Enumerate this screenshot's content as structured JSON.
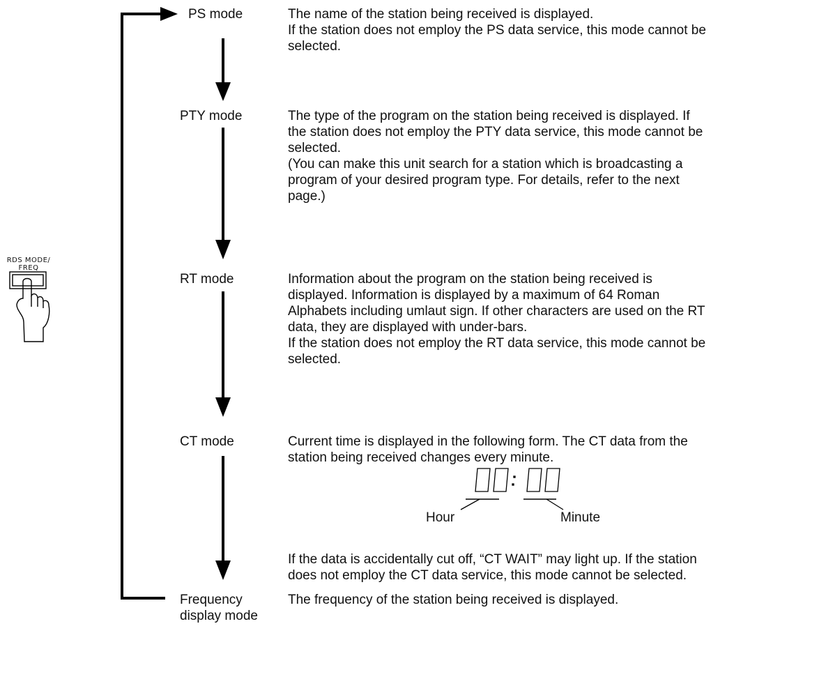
{
  "button": {
    "label_line1": "RDS MODE/",
    "label_line2": "FREQ"
  },
  "modes": [
    {
      "name": "PS mode",
      "lines": [
        "The name of the station being received is displayed.",
        "If the station does not employ the PS data service, this mode cannot be",
        "selected."
      ]
    },
    {
      "name": "PTY mode",
      "lines": [
        "The type of the program on the station being received is displayed. If",
        "the station does not employ the PTY data service, this mode cannot be",
        "selected.",
        "(You can make this unit search for a station which is broadcasting a",
        "program of your desired program type. For details, refer to the next",
        "page.)"
      ]
    },
    {
      "name": "RT mode",
      "lines": [
        "Information about the program on the station being received is",
        "displayed. Information is displayed by a maximum of 64 Roman",
        "Alphabets including umlaut sign. If other characters are used on the RT",
        "data, they are displayed with under-bars.",
        "If the station does not employ the RT data service, this mode cannot be",
        "selected."
      ]
    },
    {
      "name": "CT mode",
      "lines": [
        "Current time is displayed in the following form. The CT data from the",
        "station being received changes every minute."
      ],
      "after_lines": [
        "If the data is accidentally cut off, “CT WAIT” may light up. If the station",
        "does not employ the CT data service, this mode cannot be selected."
      ]
    },
    {
      "name_line1": "Frequency",
      "name_line2": "display mode",
      "lines": [
        "The frequency of the station being received is displayed."
      ]
    }
  ],
  "clock": {
    "hour_caption": "Hour",
    "minute_caption": "Minute"
  }
}
